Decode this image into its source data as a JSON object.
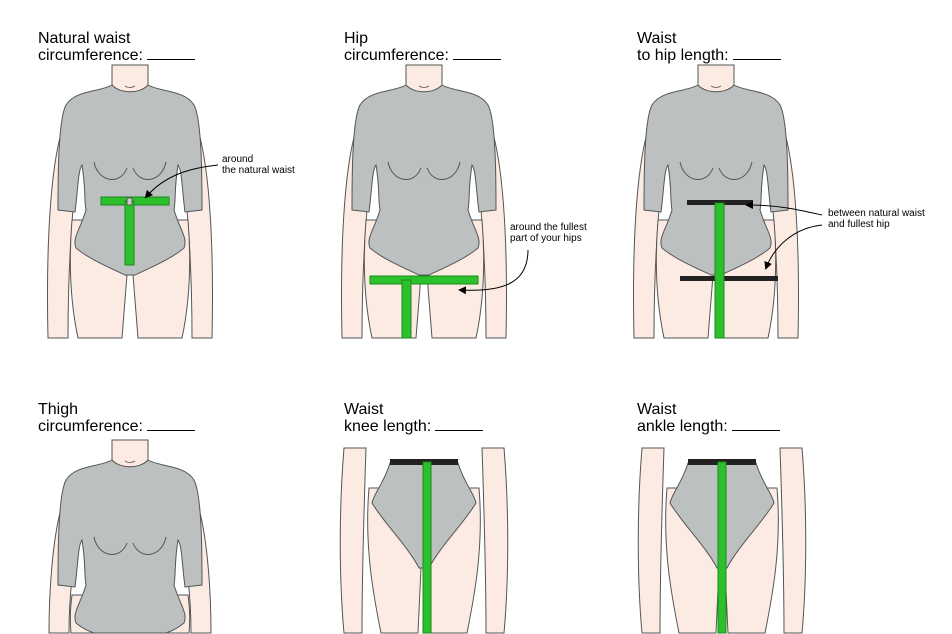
{
  "panels": [
    {
      "title_line1": "Natural waist",
      "title_line2": "circumference:",
      "note_line1": "around",
      "note_line2": "the natural waist"
    },
    {
      "title_line1": "Hip",
      "title_line2": "circumference:",
      "note_line1": "around the fullest",
      "note_line2": "part of your hips"
    },
    {
      "title_line1": "Waist",
      "title_line2": "to hip length:",
      "note_line1": "between natural waist",
      "note_line2": "and fullest hip"
    },
    {
      "title_line1": "Thigh",
      "title_line2": "circumference:"
    },
    {
      "title_line1": "Waist",
      "title_line2": "knee length:"
    },
    {
      "title_line1": "Waist",
      "title_line2": "ankle length:"
    }
  ],
  "colors": {
    "garment": "#bcc0c0",
    "skin": "#fcebe2",
    "tape": "#2dc02d",
    "outline": "#555555"
  }
}
